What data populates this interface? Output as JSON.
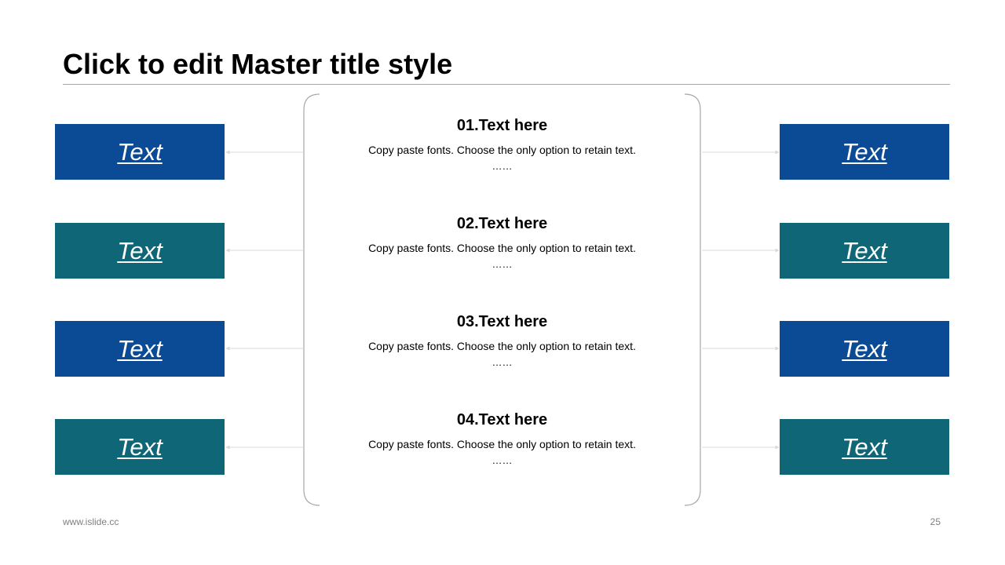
{
  "slide": {
    "title": "Click to edit Master title style",
    "footer_website": "www.islide.cc",
    "page_number": "25"
  },
  "colors": {
    "blue": "#0b4a94",
    "teal": "#0e6677",
    "panel_border": "#a6a6a6",
    "connector": "#d9d9d9"
  },
  "items": [
    {
      "heading": "01.Text here",
      "description": "Copy paste fonts. Choose the only option to retain text.",
      "ellipsis": "……"
    },
    {
      "heading": "02.Text here",
      "description": "Copy paste fonts. Choose the only option to retain text.",
      "ellipsis": "……"
    },
    {
      "heading": "03.Text here",
      "description": "Copy paste fonts. Choose the only option to retain text.",
      "ellipsis": "……"
    },
    {
      "heading": "04.Text here",
      "description": "Copy paste fonts. Choose the only option to retain text.",
      "ellipsis": "……"
    }
  ],
  "left_boxes": [
    {
      "label": "Text",
      "color": "blue"
    },
    {
      "label": "Text",
      "color": "teal"
    },
    {
      "label": "Text",
      "color": "blue"
    },
    {
      "label": "Text",
      "color": "teal"
    }
  ],
  "right_boxes": [
    {
      "label": "Text",
      "color": "blue"
    },
    {
      "label": "Text",
      "color": "teal"
    },
    {
      "label": "Text",
      "color": "blue"
    },
    {
      "label": "Text",
      "color": "teal"
    }
  ]
}
